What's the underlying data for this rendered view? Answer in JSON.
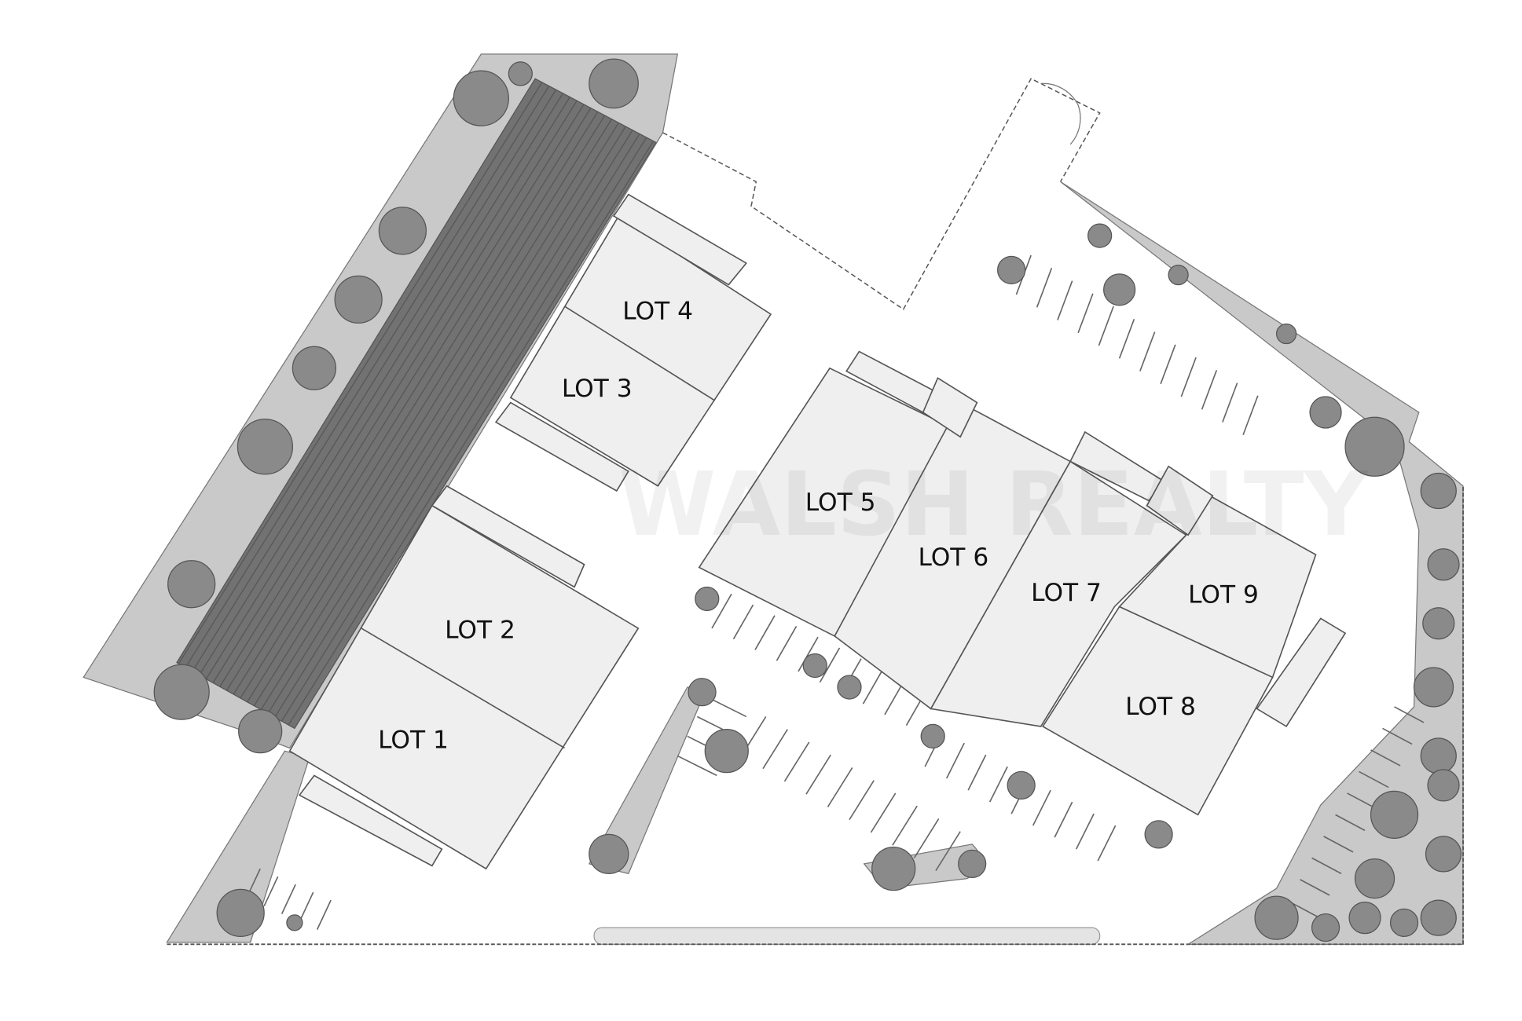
{
  "title": "Site plan",
  "watermark": "WALSH REALTY",
  "colors": {
    "landscape": "#c9c9c9",
    "parking_paving": "#6e6e6e",
    "building": "#efefef",
    "outline": "#555555",
    "tree": "#8a8a8a"
  },
  "lots": [
    {
      "id": "lot-1",
      "label": "LOT 1"
    },
    {
      "id": "lot-2",
      "label": "LOT 2"
    },
    {
      "id": "lot-3",
      "label": "LOT 3"
    },
    {
      "id": "lot-4",
      "label": "LOT 4"
    },
    {
      "id": "lot-5",
      "label": "LOT 5"
    },
    {
      "id": "lot-6",
      "label": "LOT 6"
    },
    {
      "id": "lot-7",
      "label": "LOT 7"
    },
    {
      "id": "lot-8",
      "label": "LOT 8"
    },
    {
      "id": "lot-9",
      "label": "LOT 9"
    }
  ]
}
